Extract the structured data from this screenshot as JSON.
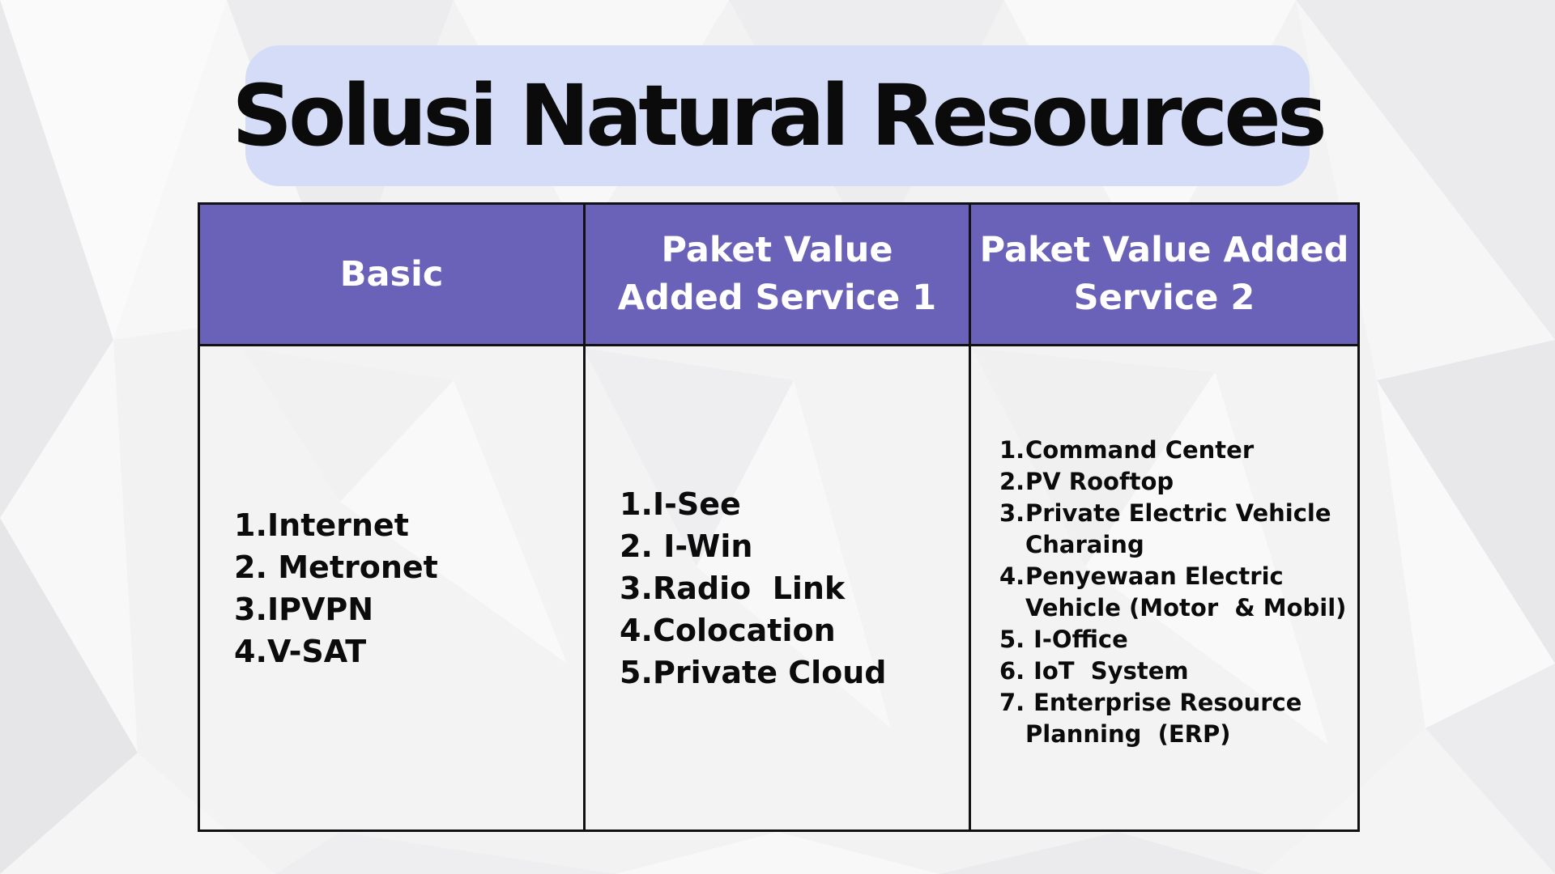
{
  "title": "Solusi Natural Resources",
  "columns": [
    {
      "header": "Basic",
      "items": [
        {
          "num": "1.",
          "text": "Internet"
        },
        {
          "num": "2.",
          "text": " Metronet"
        },
        {
          "num": "3.",
          "text": "IPVPN"
        },
        {
          "num": "4.",
          "text": "V-SAT"
        }
      ]
    },
    {
      "header": "Paket Value Added Service 1",
      "items": [
        {
          "num": "1.",
          "text": "I-See"
        },
        {
          "num": "2.",
          "text": " I-Win"
        },
        {
          "num": "3.",
          "text": "Radio  Link"
        },
        {
          "num": "4.",
          "text": "Colocation"
        },
        {
          "num": "5.",
          "text": "Private Cloud"
        }
      ]
    },
    {
      "header": "Paket Value Added Service 2",
      "items": [
        {
          "num": "1.",
          "text": "Command Center"
        },
        {
          "num": "2.",
          "text": "PV Rooftop"
        },
        {
          "num": "3.",
          "text": "Private Electric Vehicle"
        },
        {
          "num": "",
          "text": "Charaing"
        },
        {
          "num": "4.",
          "text": "Penyewaan Electric"
        },
        {
          "num": "",
          "text": "Vehicle (Motor  & Mobil)"
        },
        {
          "num": "5.",
          "text": " I-Office"
        },
        {
          "num": "6.",
          "text": " IoT  System"
        },
        {
          "num": "7.",
          "text": " Enterprise Resource"
        },
        {
          "num": "",
          "text": "Planning  (ERP)"
        }
      ]
    }
  ],
  "colors": {
    "header_bg": "#6a62b8",
    "title_bg": "#d4dcf7",
    "text": "#0b0b0b"
  }
}
